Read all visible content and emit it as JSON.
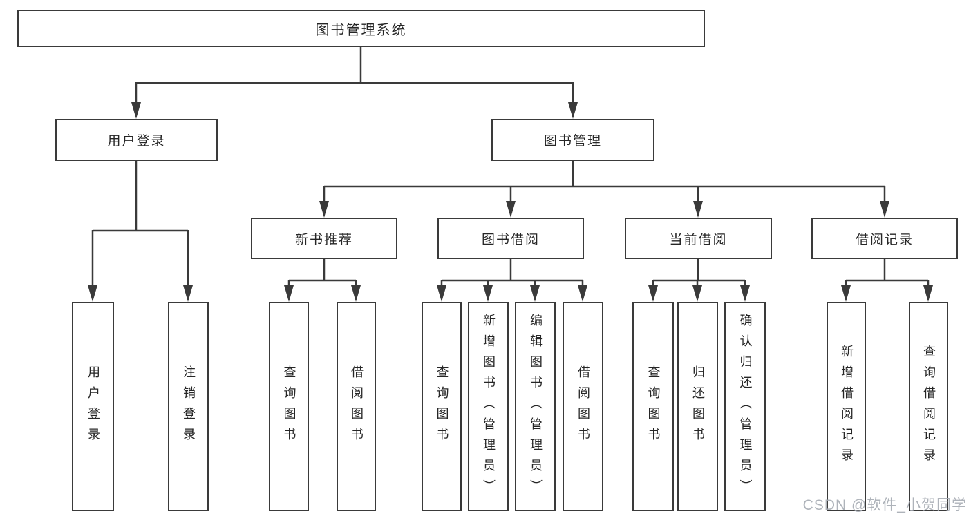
{
  "diagram": {
    "root": {
      "label": "图书管理系统"
    },
    "branches": [
      {
        "id": "user-login",
        "label": "用户登录"
      },
      {
        "id": "book-management",
        "label": "图书管理"
      }
    ],
    "modules": [
      {
        "id": "new-book-recommend",
        "label": "新书推荐",
        "parent": "图书管理"
      },
      {
        "id": "book-borrowing",
        "label": "图书借阅",
        "parent": "图书管理"
      },
      {
        "id": "current-borrowing",
        "label": "当前借阅",
        "parent": "图书管理"
      },
      {
        "id": "borrowing-records",
        "label": "借阅记录",
        "parent": "图书管理"
      }
    ],
    "leaves": [
      {
        "parent": "用户登录",
        "label": "用户登录"
      },
      {
        "parent": "用户登录",
        "label": "注销登录"
      },
      {
        "parent": "新书推荐",
        "label": "查询图书"
      },
      {
        "parent": "新书推荐",
        "label": "借阅图书"
      },
      {
        "parent": "图书借阅",
        "label": "查询图书"
      },
      {
        "parent": "图书借阅",
        "label": "新增图书（管理员）"
      },
      {
        "parent": "图书借阅",
        "label": "编辑图书（管理员）"
      },
      {
        "parent": "图书借阅",
        "label": "借阅图书"
      },
      {
        "parent": "当前借阅",
        "label": "查询图书"
      },
      {
        "parent": "当前借阅",
        "label": "归还图书"
      },
      {
        "parent": "当前借阅",
        "label": "确认归还（管理员）"
      },
      {
        "parent": "借阅记录",
        "label": "新增借阅记录"
      },
      {
        "parent": "借阅记录",
        "label": "查询借阅记录"
      }
    ]
  },
  "watermark": {
    "text": "CSDN @软件_小贺同学"
  },
  "colors": {
    "line": "#3a3a3a",
    "text": "#262626",
    "watermark": "#a6abb3",
    "background": "#ffffff"
  }
}
